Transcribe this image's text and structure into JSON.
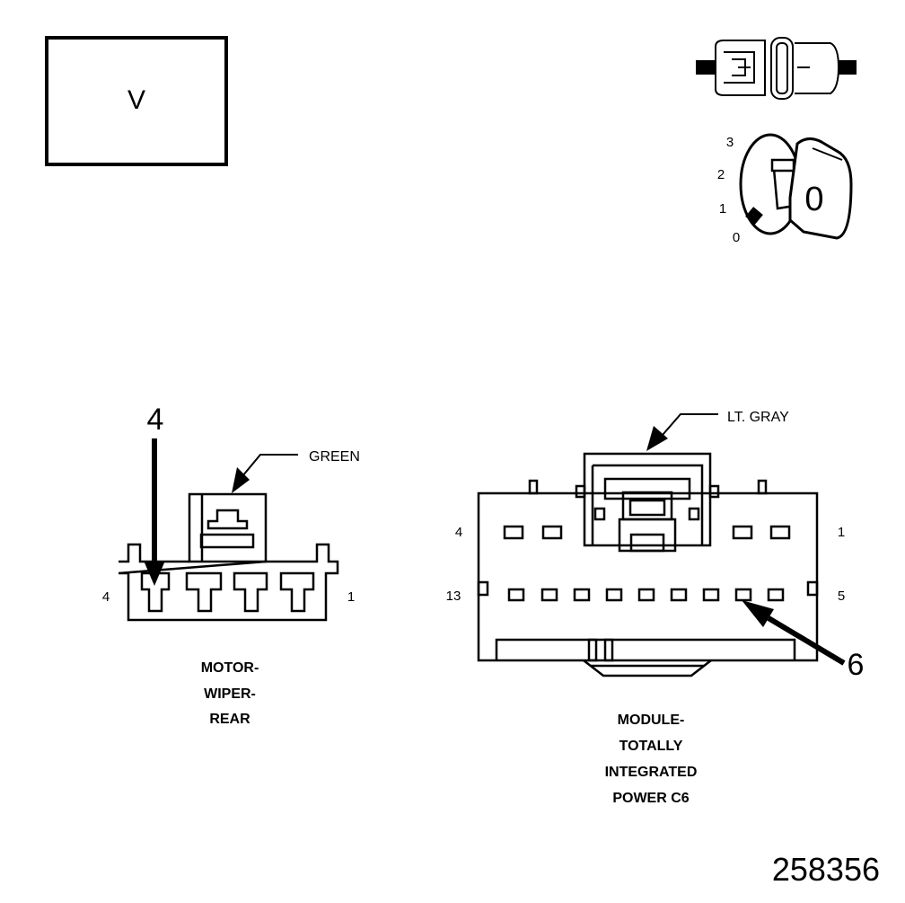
{
  "mode_box": {
    "letter": "V"
  },
  "ignition": {
    "positions": [
      "3",
      "2",
      "1",
      "0"
    ],
    "key_label": "0"
  },
  "connector_left": {
    "callout": "4",
    "color": "GREEN",
    "pin_left": "4",
    "pin_right": "1",
    "name_lines": [
      "MOTOR-",
      "WIPER-",
      "REAR"
    ]
  },
  "connector_right": {
    "callout": "6",
    "color": "LT. GRAY",
    "pin_top_left": "4",
    "pin_top_right": "1",
    "pin_bottom_left": "13",
    "pin_bottom_right": "5",
    "name_lines": [
      "MODULE-",
      "TOTALLY",
      "INTEGRATED",
      "POWER C6"
    ]
  },
  "figure_id": "258356"
}
